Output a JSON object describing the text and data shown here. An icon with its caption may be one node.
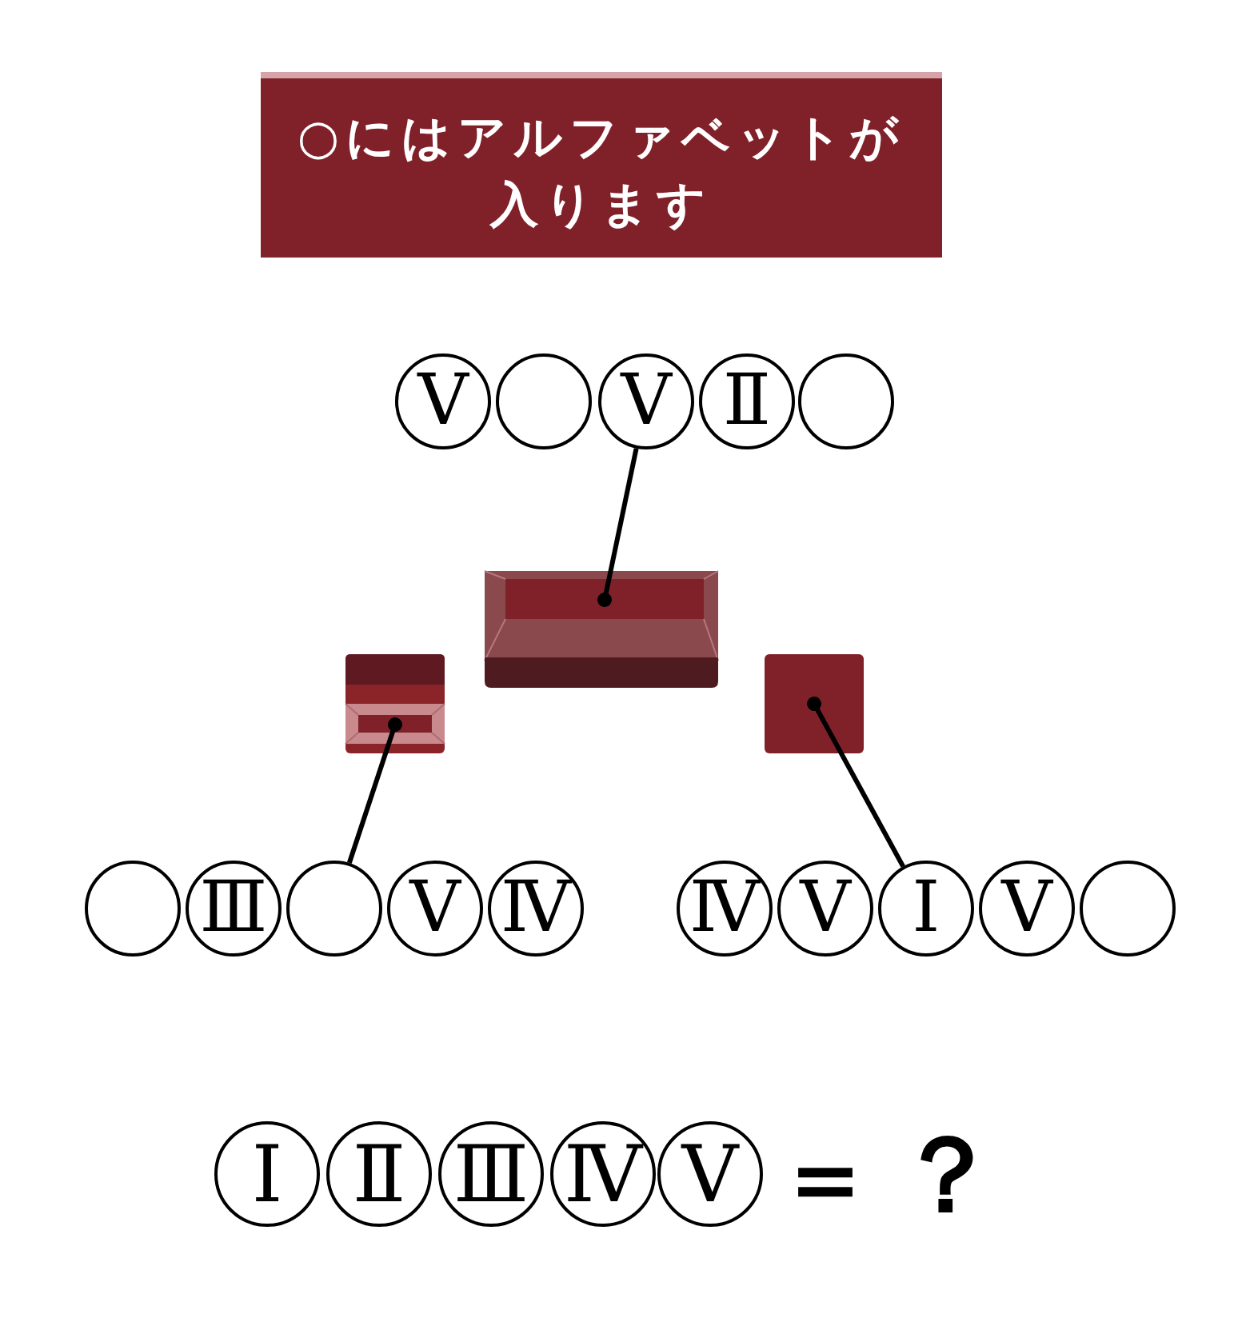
{
  "diagram": {
    "nodes": [
      {
        "text": [
          "○にはアルファベットが入ります"
        ]
      },
      {
        "text": [
          "Ⅴ"
        ]
      },
      {
        "text": [],
        "shape": "circle"
      },
      {
        "text": [
          "Ⅴ"
        ]
      },
      {
        "text": [
          "Ⅱ"
        ]
      },
      {
        "text": [],
        "shape": "circle"
      },
      {
        "text": [],
        "shape": "picture"
      },
      {
        "text": [],
        "shape": "picture"
      },
      {
        "text": [],
        "shape": "box"
      },
      {
        "text": [],
        "shape": "circle"
      },
      {
        "text": [
          "Ⅲ"
        ]
      },
      {
        "text": [],
        "shape": "circle"
      },
      {
        "text": [
          "Ⅴ"
        ]
      },
      {
        "text": [
          "Ⅳ"
        ]
      },
      {
        "text": [
          "Ⅳ"
        ]
      },
      {
        "text": [
          "Ⅴ"
        ]
      },
      {
        "text": [
          "Ⅰ"
        ]
      },
      {
        "text": [
          "Ⅴ"
        ]
      },
      {
        "text": [],
        "shape": "circle"
      },
      {
        "text": [
          "Ⅰ"
        ]
      },
      {
        "text": [
          "Ⅱ"
        ]
      },
      {
        "text": [
          "Ⅲ"
        ]
      },
      {
        "text": [
          "Ⅳ"
        ]
      },
      {
        "text": [
          "Ⅴ"
        ]
      }
    ],
    "edges": [
      {
        "from": 3,
        "to": 6,
        "arrow": "other"
      },
      {
        "from": 11,
        "to": 7,
        "arrow": "other"
      },
      {
        "from": 16,
        "to": 8,
        "arrow": "other"
      }
    ],
    "labels": [
      "＝",
      "？"
    ]
  }
}
